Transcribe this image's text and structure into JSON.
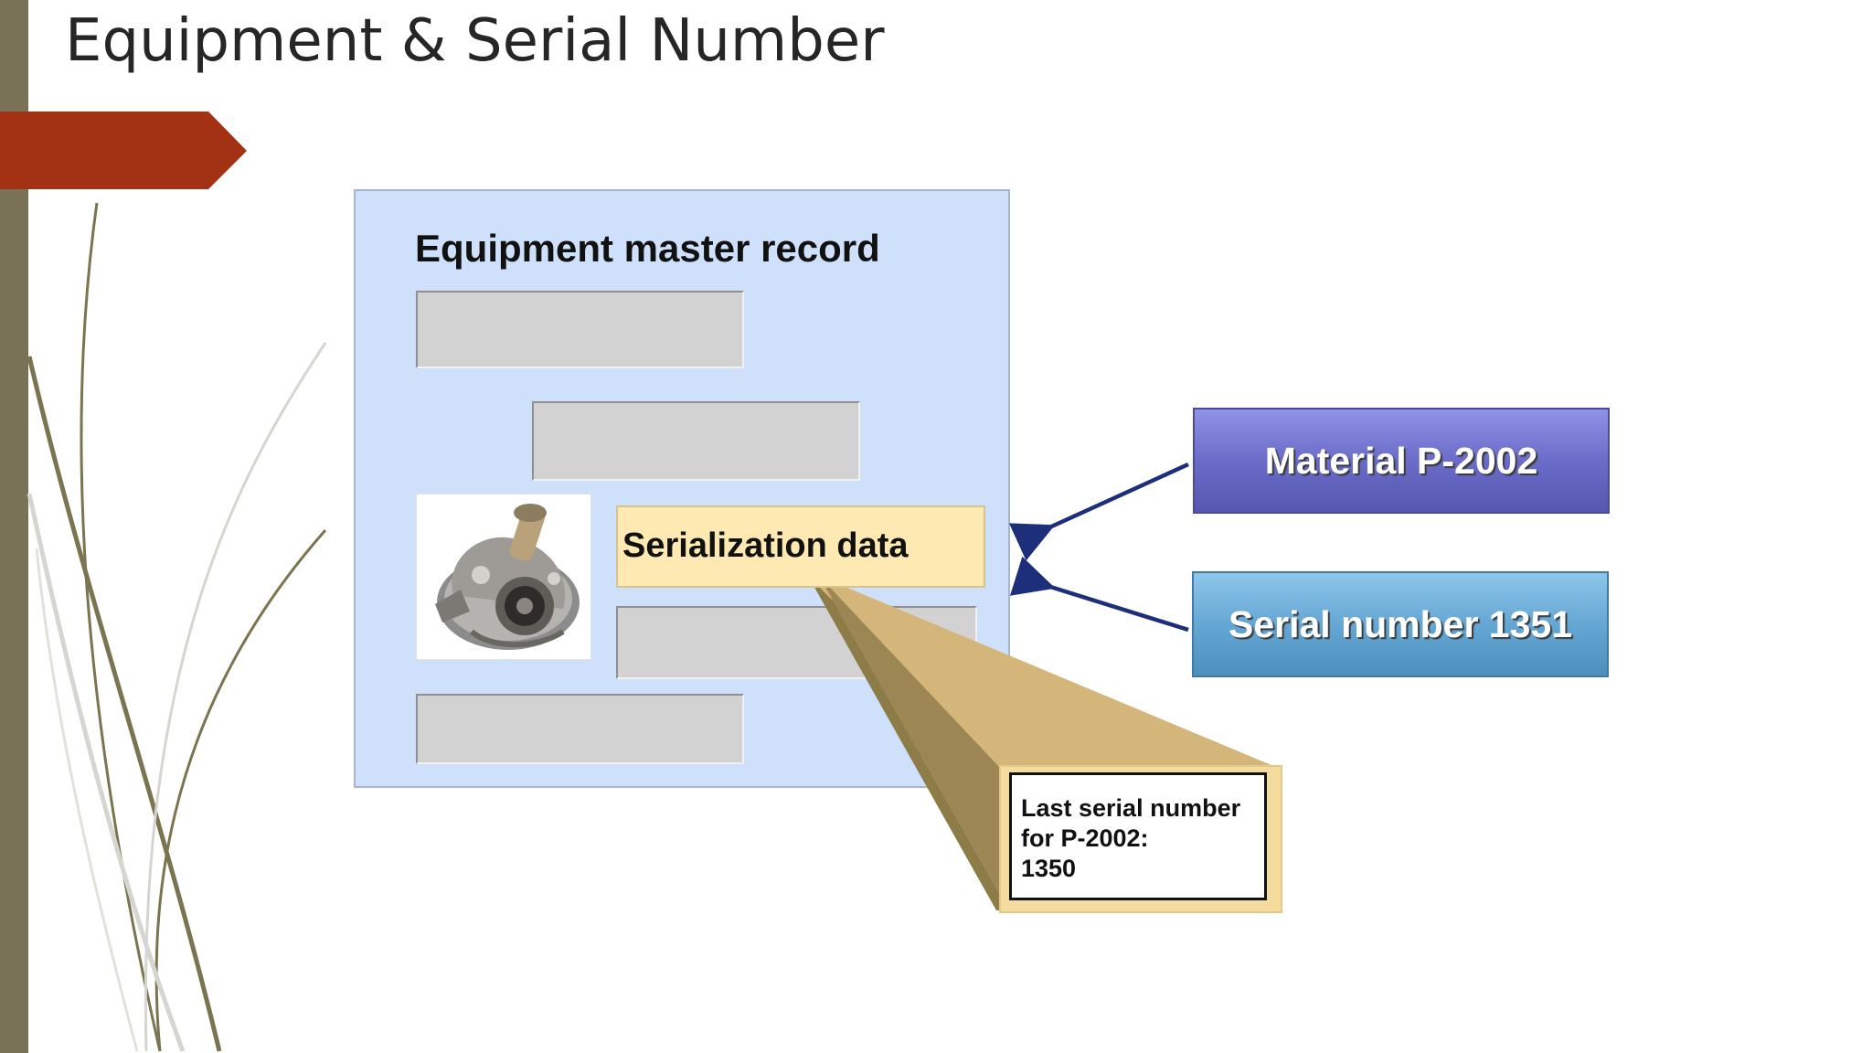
{
  "slide": {
    "title": "Equipment & Serial Number"
  },
  "master_record": {
    "title": "Equipment master record",
    "serialization_label": "Serialization data",
    "photo_icon": "turbocharger-photo-icon"
  },
  "callout": {
    "lines": [
      "Last serial number",
      "for P-2002:",
      "1350"
    ]
  },
  "inputs": {
    "material_label": "Material P-2002",
    "serial_label": "Serial number 1351"
  },
  "colors": {
    "accent_red": "#a33214",
    "side_bar": "#7a7256",
    "panel_blue": "#cfe0fb",
    "serialization_yellow": "#fde9b1",
    "material_purple": "#6a6cc8",
    "serial_blue": "#65a7d4",
    "arrow_navy": "#1d2f7a"
  }
}
